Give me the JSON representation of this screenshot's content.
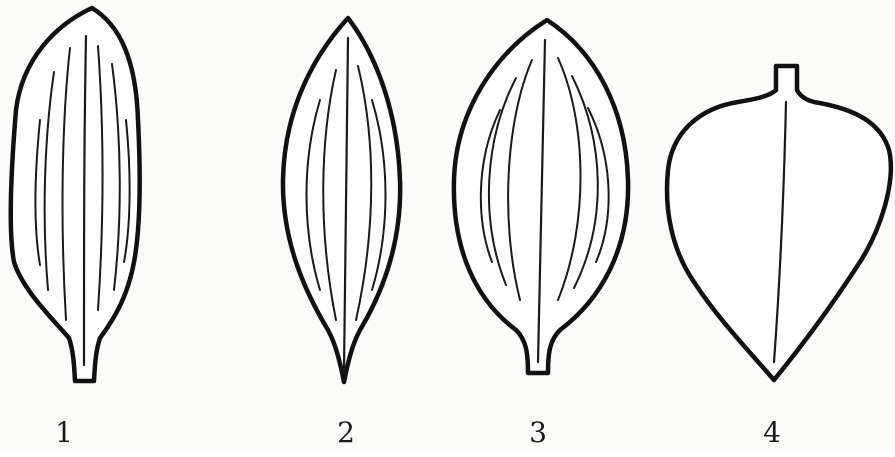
{
  "figure": {
    "labels": [
      "1",
      "2",
      "3",
      "4"
    ]
  },
  "colors": {
    "outline": "#111111",
    "fill": "#ffffff",
    "background": "#fbfbfa"
  }
}
